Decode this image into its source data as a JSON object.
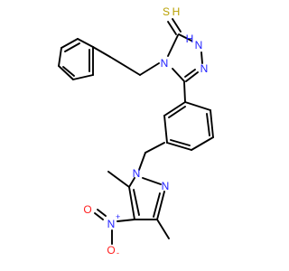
{
  "molecule": {
    "atoms": {
      "thione_s": {
        "label": "S",
        "color": "#b8a000"
      },
      "triazole_nh": {
        "label": "N",
        "h_label": "H",
        "color": "#2020ff"
      },
      "triazole_n2": {
        "label": "N",
        "color": "#2020ff"
      },
      "triazole_n4": {
        "label": "N",
        "color": "#2020ff"
      },
      "pyrazole_n1": {
        "label": "N",
        "color": "#2020ff"
      },
      "pyrazole_n2": {
        "label": "N",
        "color": "#2020ff"
      },
      "nitro_n": {
        "label": "N",
        "charge": "+",
        "color": "#2020ff"
      },
      "nitro_o_top": {
        "label": "O",
        "color": "#ff2020"
      },
      "nitro_o_bottom": {
        "label": "O",
        "charge": "-",
        "color": "#ff2020"
      }
    }
  }
}
